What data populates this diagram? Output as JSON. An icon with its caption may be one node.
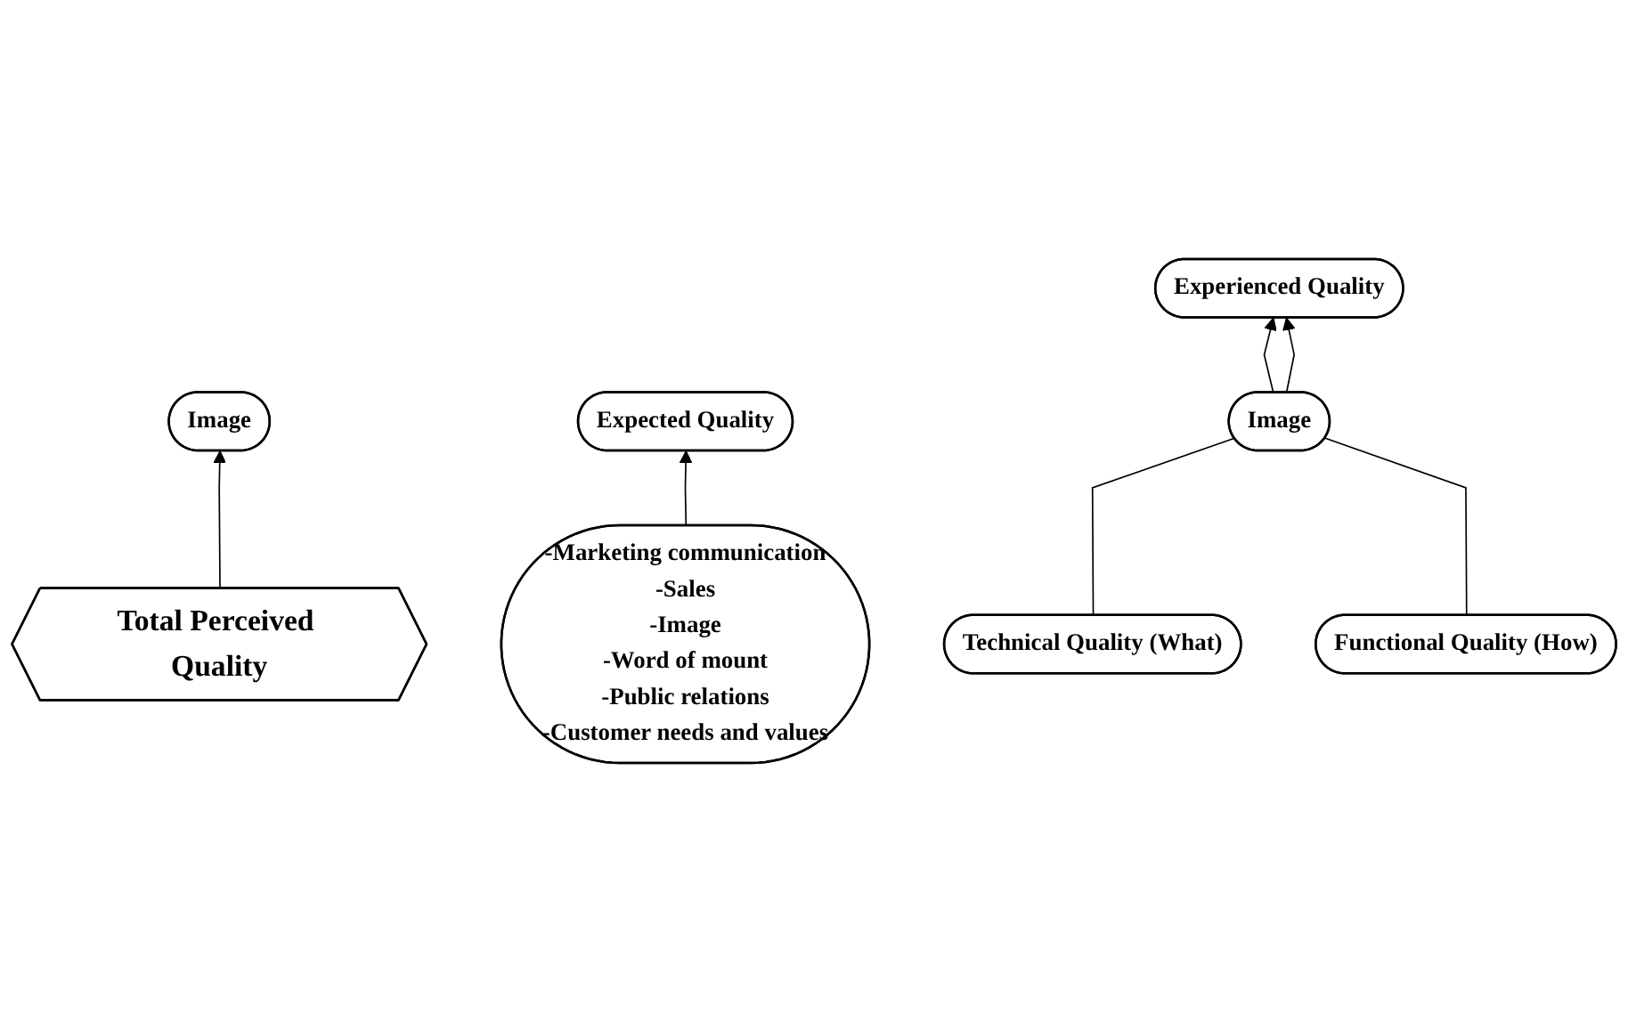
{
  "diagram": {
    "nodes": [
      {
        "text": [
          "Image"
        ]
      },
      {
        "text": [
          "Expected Quality"
        ]
      },
      {
        "text": [
          "Total Perceived Quality"
        ]
      },
      {
        "text": [
          "Experienced Quality"
        ]
      },
      {
        "text": [
          "-Marketing communication",
          "-Sales",
          "-Image",
          "-Word of mount",
          "-Public relations",
          "-Customer needs and values"
        ]
      },
      {
        "text": [
          "Image"
        ]
      },
      {
        "text": [
          "Technical Quality (What)"
        ]
      },
      {
        "text": [
          "Functional Quality (How)"
        ]
      }
    ],
    "edges": [
      {
        "from": 2,
        "to": 0,
        "arrow": "to"
      },
      {
        "from": 4,
        "to": 1,
        "arrow": "to"
      },
      {
        "from": 5,
        "to": 3,
        "arrow": "to"
      },
      {
        "from": 5,
        "to": 3,
        "arrow": "to"
      },
      {
        "from": 6,
        "to": 5,
        "arrow": "none"
      },
      {
        "from": 7,
        "to": 5,
        "arrow": "none"
      }
    ]
  }
}
